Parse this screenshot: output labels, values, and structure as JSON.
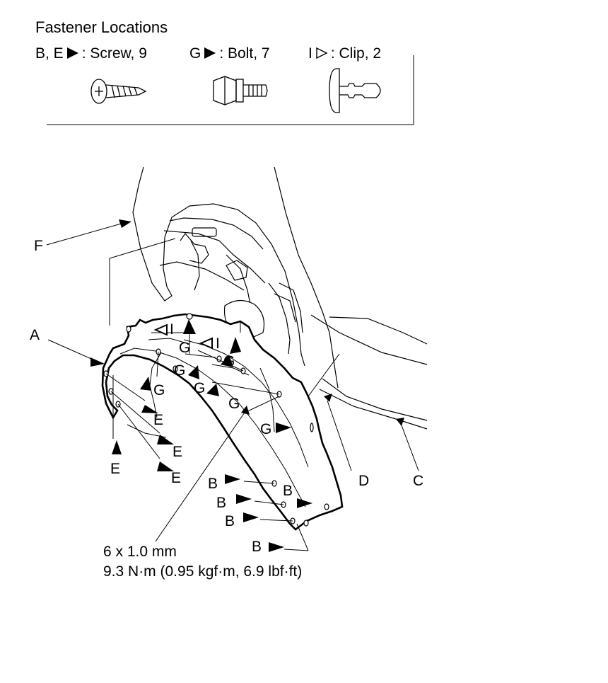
{
  "title": "Fastener Locations",
  "legend": [
    {
      "codes": "B, E",
      "symbol": "filled-triangle",
      "text": ": Screw, 9"
    },
    {
      "codes": "G",
      "symbol": "filled-triangle",
      "text": ": Bolt, 7"
    },
    {
      "codes": "I",
      "symbol": "outline-triangle",
      "text": ": Clip, 2"
    }
  ],
  "icons": [
    "screw-icon",
    "bolt-icon",
    "clip-icon"
  ],
  "labels": {
    "A": "A",
    "B": "B",
    "C": "C",
    "D": "D",
    "E": "E",
    "F": "F",
    "G": "G",
    "I": "I"
  },
  "spec": {
    "size": "6 x 1.0 mm",
    "torque": "9.3 N·m (0.95 kgf·m, 6.9 lbf·ft)"
  }
}
